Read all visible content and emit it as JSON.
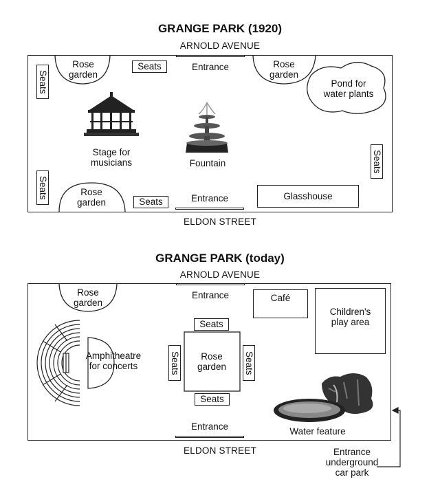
{
  "map1": {
    "title": "GRANGE PARK (1920)",
    "street_top": "ARNOLD AVENUE",
    "street_bottom": "ELDON STREET",
    "rose_tl": [
      "Rose",
      "garden"
    ],
    "rose_tr": [
      "Rose",
      "garden"
    ],
    "rose_bl": [
      "Rose",
      "garden"
    ],
    "seats_top": "Seats",
    "seats_bottom": "Seats",
    "seats_left_top": "Seats",
    "seats_left_bottom": "Seats",
    "seats_right": "Seats",
    "entrance_top": "Entrance",
    "entrance_bottom": "Entrance",
    "pond": [
      "Pond for",
      "water plants"
    ],
    "stage": [
      "Stage for",
      "musicians"
    ],
    "fountain": "Fountain",
    "glasshouse": "Glasshouse"
  },
  "map2": {
    "title": "GRANGE PARK (today)",
    "street_top": "ARNOLD AVENUE",
    "street_bottom": "ELDON STREET",
    "rose_tl": [
      "Rose",
      "garden"
    ],
    "entrance_top": "Entrance",
    "entrance_bottom": "Entrance",
    "cafe": "Café",
    "play": [
      "Children's",
      "play area"
    ],
    "amphitheatre": [
      "Amphitheatre",
      "for concerts"
    ],
    "seats_top": "Seats",
    "seats_bottom": "Seats",
    "seats_left": "Seats",
    "seats_right": "Seats",
    "rose_center": [
      "Rose",
      "garden"
    ],
    "water": "Water feature",
    "car_park": [
      "Entrance",
      "underground",
      "car park"
    ]
  }
}
